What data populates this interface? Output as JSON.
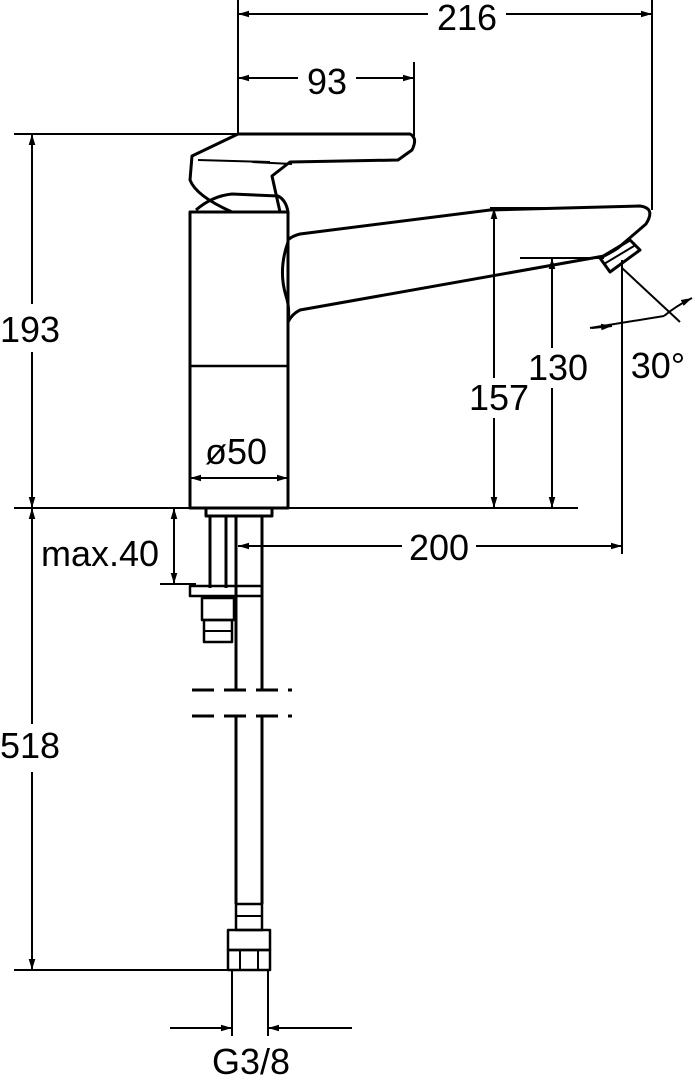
{
  "dimensions": {
    "total_depth": "216",
    "lever_depth": "93",
    "body_height": "193",
    "outlet_height": "157",
    "aerator_height": "130",
    "swivel_angle": "30°",
    "body_diameter": "ø50",
    "deck_thickness": "max.40",
    "projection": "200",
    "hose_length": "518",
    "connection": "G3/8"
  },
  "colors": {
    "line": "#000000",
    "background": "#ffffff"
  }
}
